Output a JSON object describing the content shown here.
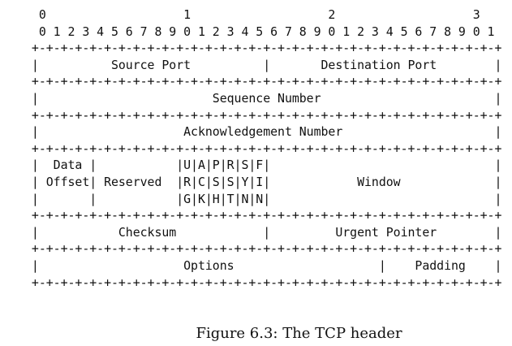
{
  "diagram": {
    "lines": [
      "  0                   1                   2                   3",
      "  0 1 2 3 4 5 6 7 8 9 0 1 2 3 4 5 6 7 8 9 0 1 2 3 4 5 6 7 8 9 0 1",
      " +-+-+-+-+-+-+-+-+-+-+-+-+-+-+-+-+-+-+-+-+-+-+-+-+-+-+-+-+-+-+-+-+",
      " |          Source Port          |       Destination Port        |",
      " +-+-+-+-+-+-+-+-+-+-+-+-+-+-+-+-+-+-+-+-+-+-+-+-+-+-+-+-+-+-+-+-+",
      " |                        Sequence Number                        |",
      " +-+-+-+-+-+-+-+-+-+-+-+-+-+-+-+-+-+-+-+-+-+-+-+-+-+-+-+-+-+-+-+-+",
      " |                    Acknowledgement Number                     |",
      " +-+-+-+-+-+-+-+-+-+-+-+-+-+-+-+-+-+-+-+-+-+-+-+-+-+-+-+-+-+-+-+-+",
      " |  Data |           |U|A|P|R|S|F|                               |",
      " | Offset| Reserved  |R|C|S|S|Y|I|            Window             |",
      " |       |           |G|K|H|T|N|N|                               |",
      " +-+-+-+-+-+-+-+-+-+-+-+-+-+-+-+-+-+-+-+-+-+-+-+-+-+-+-+-+-+-+-+-+",
      " |           Checksum            |         Urgent Pointer        |",
      " +-+-+-+-+-+-+-+-+-+-+-+-+-+-+-+-+-+-+-+-+-+-+-+-+-+-+-+-+-+-+-+-+",
      " |                    Options                    |    Padding    |",
      " +-+-+-+-+-+-+-+-+-+-+-+-+-+-+-+-+-+-+-+-+-+-+-+-+-+-+-+-+-+-+-+-+"
    ]
  },
  "caption": "Figure 6.3:  The TCP header"
}
